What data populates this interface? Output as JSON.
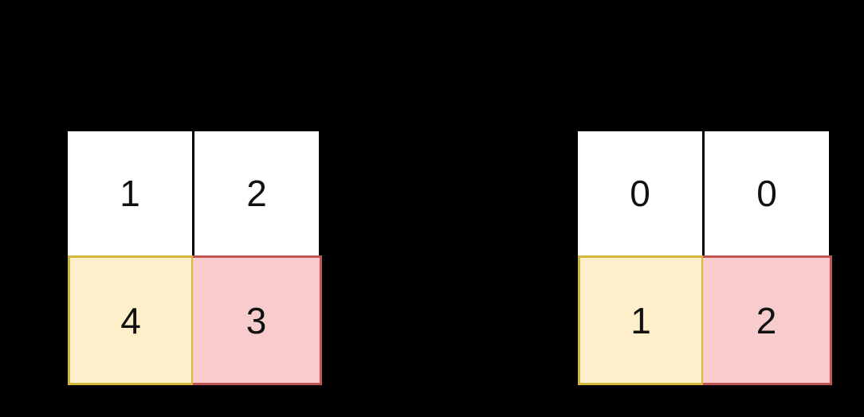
{
  "background_color": "#000000",
  "figure": {
    "title": "",
    "grids": [
      {
        "name": "left-grid",
        "rows": [
          {
            "name": "top-row",
            "style": "white",
            "cells": [
              {
                "value": "1",
                "fill": "#ffffff",
                "border": "#000000",
                "text_color": "#111111"
              },
              {
                "value": "2",
                "fill": "#ffffff",
                "border": "#000000",
                "text_color": "#111111"
              }
            ]
          },
          {
            "name": "bottom-row",
            "style": "highlighted",
            "cells": [
              {
                "value": "4",
                "fill": "#fcefc9",
                "border": "#d6b83c",
                "text_color": "#111111"
              },
              {
                "value": "3",
                "fill": "#f8cccc",
                "border": "#c15355",
                "text_color": "#111111"
              }
            ]
          }
        ]
      },
      {
        "name": "right-grid",
        "rows": [
          {
            "name": "top-row",
            "style": "white",
            "cells": [
              {
                "value": "0",
                "fill": "#ffffff",
                "border": "#000000",
                "text_color": "#111111"
              },
              {
                "value": "0",
                "fill": "#ffffff",
                "border": "#000000",
                "text_color": "#111111"
              }
            ]
          },
          {
            "name": "bottom-row",
            "style": "highlighted",
            "cells": [
              {
                "value": "1",
                "fill": "#fcefc9",
                "border": "#d6b83c",
                "text_color": "#111111"
              },
              {
                "value": "2",
                "fill": "#f8cccc",
                "border": "#c15355",
                "text_color": "#111111"
              }
            ]
          }
        ]
      }
    ]
  },
  "chart_data": {
    "type": "table",
    "title": "",
    "xlabel": "",
    "ylabel": "",
    "grids": [
      {
        "label": "left",
        "shape": [
          2,
          2
        ],
        "matrix": [
          [
            "1",
            "2"
          ],
          [
            "4",
            "3"
          ]
        ]
      },
      {
        "label": "right",
        "shape": [
          2,
          2
        ],
        "matrix": [
          [
            "0",
            "0"
          ],
          [
            "1",
            "2"
          ]
        ]
      }
    ],
    "cell_styles": {
      "plain": {
        "fill": "#ffffff",
        "border": "#000000"
      },
      "cream": {
        "fill": "#fcefc9",
        "border": "#d6b83c"
      },
      "pink": {
        "fill": "#f8cccc",
        "border": "#c15355"
      }
    },
    "legend": []
  }
}
